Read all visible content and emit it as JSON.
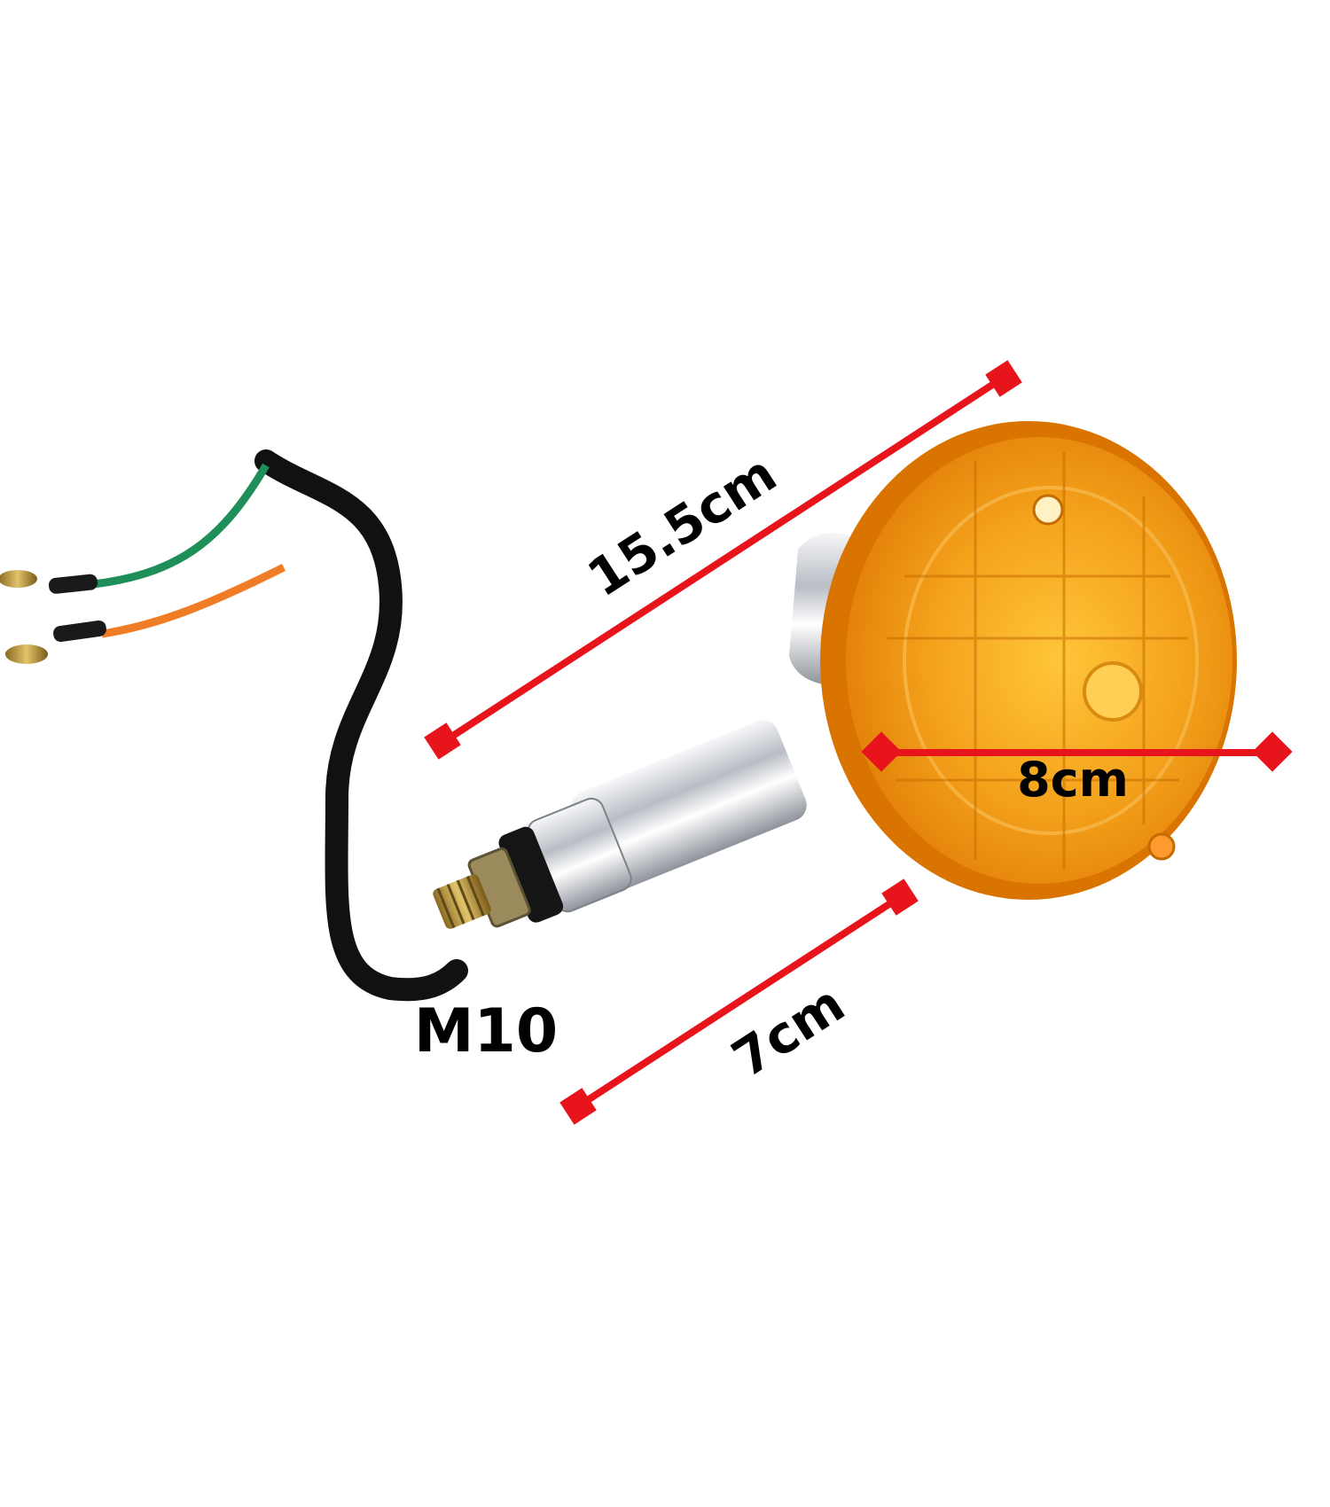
{
  "image": {
    "subject": "amber-motorcycle-turn-signal-icon",
    "background": "#ffffff"
  },
  "dimensions": {
    "length_label": "15.5cm",
    "lens_diameter_label": "8cm",
    "stem_length_label": "7cm",
    "thread_label": "M10"
  },
  "colors": {
    "dimension_line": "#e8141c",
    "lens_amber": "#f39a12",
    "chrome": "#c9ccd1",
    "cable": "#111111",
    "wire_green": "#1f8f5a",
    "wire_orange": "#f07d26"
  }
}
